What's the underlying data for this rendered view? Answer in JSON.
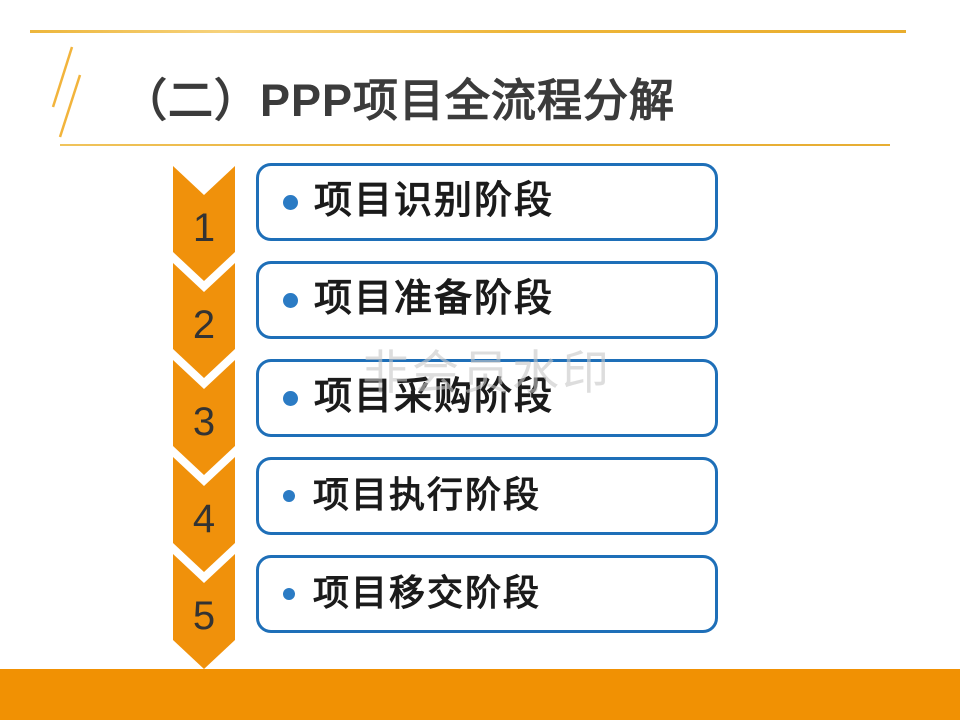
{
  "slide": {
    "title": "（二）PPP项目全流程分解",
    "watermark": "非会员水印",
    "steps": [
      {
        "number": "1",
        "label": "项目识别阶段"
      },
      {
        "number": "2",
        "label": "项目准备阶段"
      },
      {
        "number": "3",
        "label": "项目采购阶段"
      },
      {
        "number": "4",
        "label": "项目执行阶段"
      },
      {
        "number": "5",
        "label": "项目移交阶段"
      }
    ],
    "colors": {
      "accent_orange": "#F0910B",
      "accent_gold": "#EAB543",
      "box_border_blue": "#1E6FB8",
      "bullet_blue": "#2B7BC4",
      "title_text": "#3B3B3B",
      "step_number_text": "#333333",
      "watermark_gray": "#C8C8C8"
    }
  }
}
